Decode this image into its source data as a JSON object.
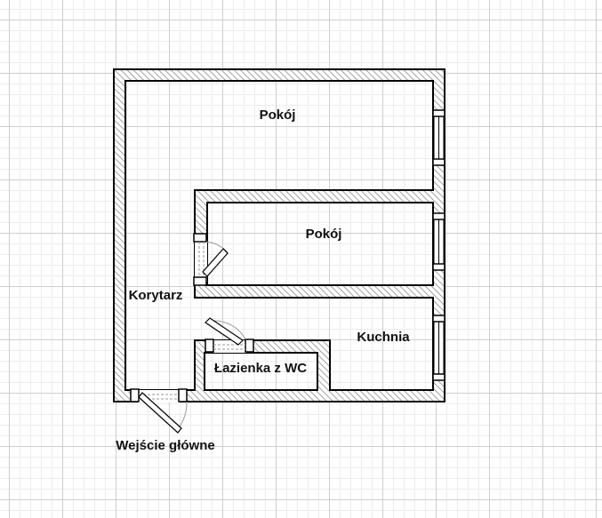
{
  "rooms": {
    "pokoj_top": "Pokój",
    "pokoj_middle": "Pokój",
    "korytarz": "Korytarz",
    "kuchnia": "Kuchnia",
    "lazienka": "Łazienka z WC"
  },
  "entrance_label": "Wejście główne",
  "colors": {
    "wall_outline": "#000000",
    "wall_hatch": "#8a8a8a",
    "grid_major": "#cfcfcf",
    "grid_minor": "#ececec"
  }
}
